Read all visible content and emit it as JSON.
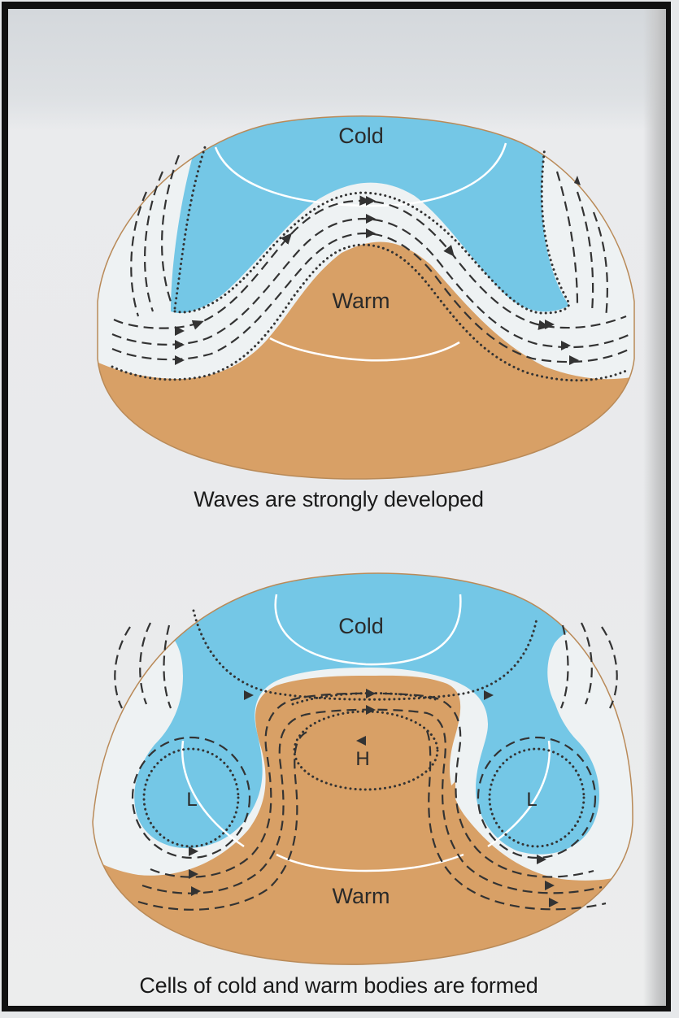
{
  "panels": [
    {
      "caption": "Waves are strongly developed",
      "labels": {
        "cold": "Cold",
        "warm": "Warm"
      }
    },
    {
      "caption": "Cells of cold and warm bodies are formed",
      "labels": {
        "cold": "Cold",
        "warm": "Warm",
        "high": "H",
        "low_left": "L",
        "low_right": "L"
      }
    }
  ],
  "colors": {
    "cold": "#74c7e6",
    "warm": "#d8a066",
    "band": "#eef2f3",
    "line": "#333333",
    "isobar": "#ffffff"
  }
}
